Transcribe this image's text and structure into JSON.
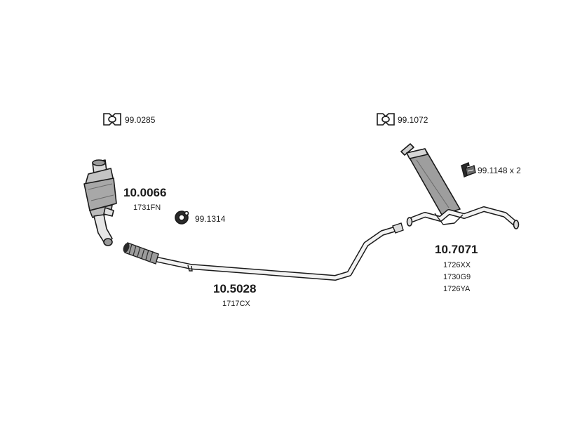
{
  "parts": {
    "catalytic_converter": {
      "code": "10.0066",
      "refs": [
        "1731FN"
      ]
    },
    "front_pipe": {
      "code": "10.5028",
      "refs": [
        "1717CX"
      ]
    },
    "rear_silencer": {
      "code": "10.7071",
      "refs": [
        "1726XX",
        "1730G9",
        "1726YA"
      ]
    }
  },
  "accessories": {
    "gasket_front": {
      "code": "99.0285",
      "icon": "gasket-icon"
    },
    "gasket_rear": {
      "code": "99.1072",
      "icon": "gasket-icon"
    },
    "rubber_mount": {
      "code": "99.1314",
      "icon": "rubber-mount-icon"
    },
    "clamp_rear": {
      "code": "99.1148 x 2",
      "icon": "clamp-icon"
    }
  }
}
